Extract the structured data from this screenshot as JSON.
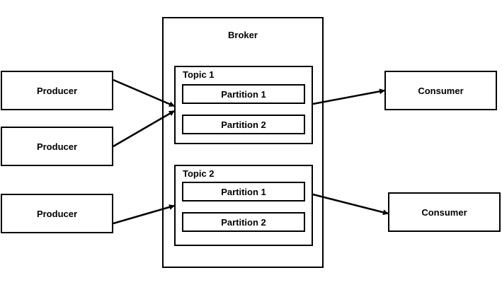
{
  "broker": {
    "label": "Broker",
    "topics": [
      {
        "label": "Topic 1",
        "partitions": [
          "Partition 1",
          "Partition 2"
        ]
      },
      {
        "label": "Topic 2",
        "partitions": [
          "Partition 1",
          "Partition 2"
        ]
      }
    ]
  },
  "producers": [
    "Producer",
    "Producer",
    "Producer"
  ],
  "consumers": [
    "Consumer",
    "Consumer"
  ],
  "edges": [
    {
      "from": "producer-1",
      "to": "topic-1"
    },
    {
      "from": "producer-2",
      "to": "topic-1"
    },
    {
      "from": "producer-3",
      "to": "topic-2"
    },
    {
      "from": "topic-1",
      "to": "consumer-1"
    },
    {
      "from": "topic-2",
      "to": "consumer-2"
    }
  ]
}
